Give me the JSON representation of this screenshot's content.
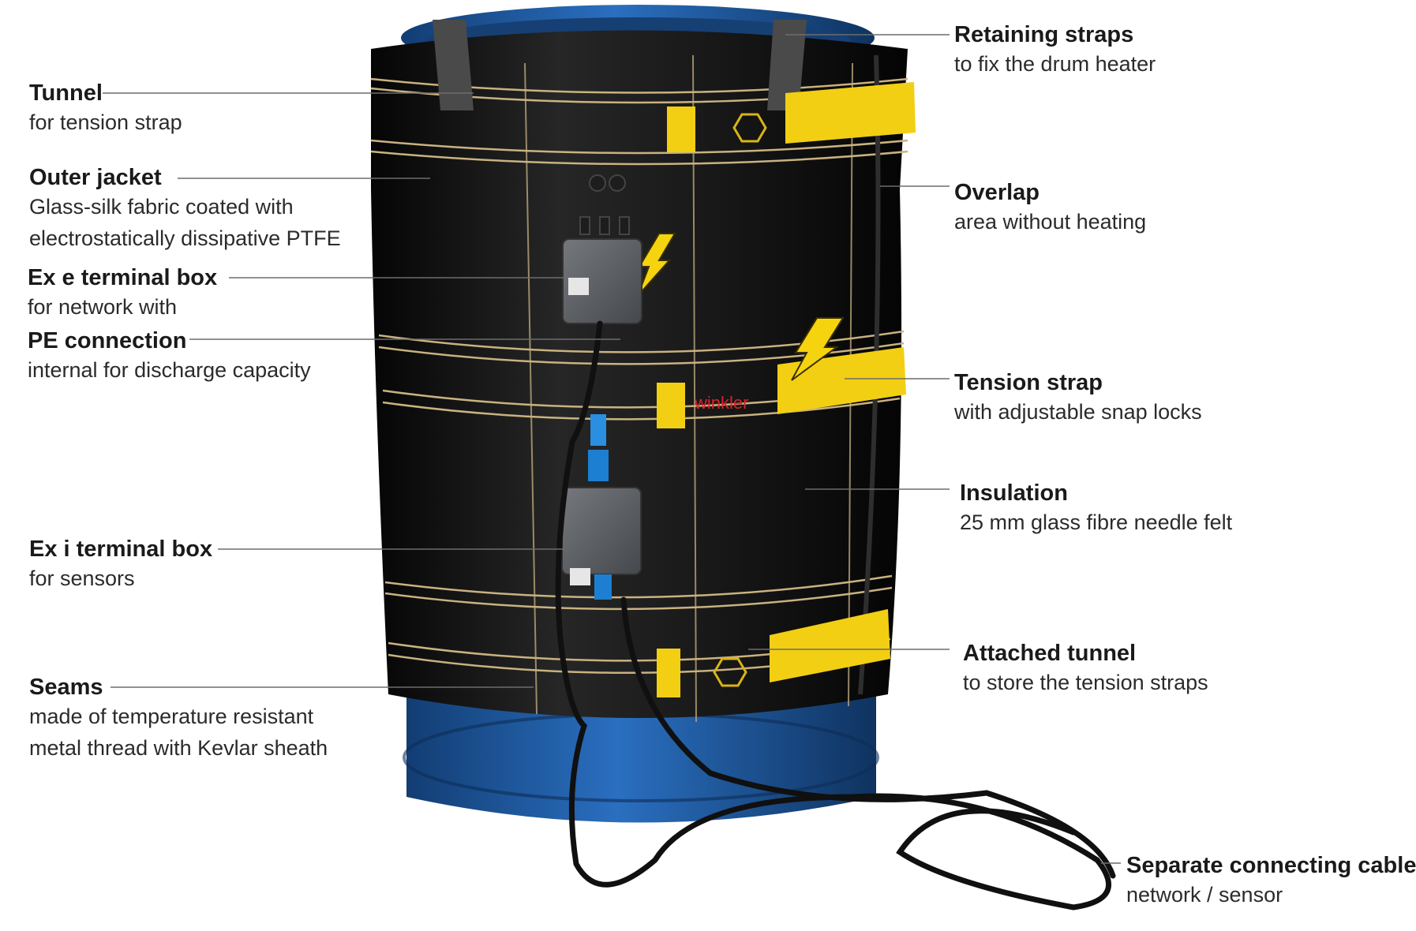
{
  "logo_text": "winkler",
  "colors": {
    "drum_blue": "#1f5ea8",
    "jacket_black": "#141414",
    "strap_yellow": "#f2cf12",
    "leader_gray": "#6d6d6d",
    "box_gray": "#5c5f63"
  },
  "icons": [
    "ex-symbol-icon",
    "lightning-bolt-icon"
  ],
  "callouts": [
    {
      "key": "tunnel",
      "title": "Tunnel",
      "desc": [
        "for tension strap"
      ]
    },
    {
      "key": "outer_jacket",
      "title": "Outer jacket",
      "desc": [
        "Glass-silk fabric coated with",
        "electrostatically dissipative PTFE"
      ]
    },
    {
      "key": "exe_box",
      "title": "Ex e terminal box",
      "desc": [
        "for network with"
      ]
    },
    {
      "key": "pe_connection",
      "title": "PE connection",
      "desc": [
        "internal for discharge capacity"
      ]
    },
    {
      "key": "exi_box",
      "title": "Ex i terminal box",
      "desc": [
        "for sensors"
      ]
    },
    {
      "key": "seams",
      "title": "Seams",
      "desc": [
        "made of temperature resistant",
        "metal thread with Kevlar sheath"
      ]
    },
    {
      "key": "retaining_straps",
      "title": "Retaining straps",
      "desc": [
        "to fix the drum heater"
      ]
    },
    {
      "key": "overlap",
      "title": "Overlap",
      "desc": [
        "area without heating"
      ]
    },
    {
      "key": "tension_strap",
      "title": "Tension strap",
      "desc": [
        "with adjustable snap locks"
      ]
    },
    {
      "key": "insulation",
      "title": "Insulation",
      "desc": [
        "25 mm glass fibre needle felt"
      ]
    },
    {
      "key": "attached_tunnel",
      "title": "Attached tunnel",
      "desc": [
        "to store the tension straps"
      ]
    },
    {
      "key": "cables",
      "title": "Separate connecting cables",
      "desc": [
        "network / sensor"
      ]
    }
  ]
}
